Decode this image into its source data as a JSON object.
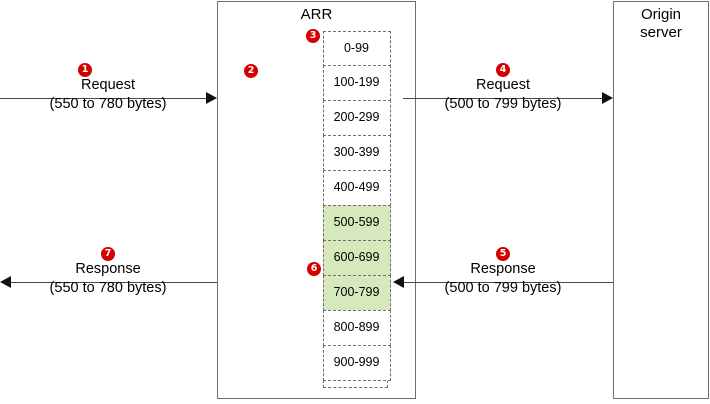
{
  "diagram": {
    "title_arr": "ARR",
    "origin": {
      "line1": "Origin",
      "line2": "server"
    },
    "cache_blocks": [
      {
        "label": "0-99",
        "hit": false
      },
      {
        "label": "100-199",
        "hit": false
      },
      {
        "label": "200-299",
        "hit": false
      },
      {
        "label": "300-399",
        "hit": false
      },
      {
        "label": "400-499",
        "hit": false
      },
      {
        "label": "500-599",
        "hit": true
      },
      {
        "label": "600-699",
        "hit": true
      },
      {
        "label": "700-799",
        "hit": true
      },
      {
        "label": "800-899",
        "hit": false
      },
      {
        "label": "900-999",
        "hit": false
      }
    ],
    "flows": {
      "client_request": {
        "line1": "Request",
        "line2": "(550 to 780 bytes)"
      },
      "client_response": {
        "line1": "Response",
        "line2": "(550 to 780 bytes)"
      },
      "origin_request": {
        "line1": "Request",
        "line2": "(500 to 799 bytes)"
      },
      "origin_response": {
        "line1": "Response",
        "line2": "(500 to 799 bytes)"
      }
    },
    "badges": {
      "b1": "1",
      "b2": "2",
      "b3": "3",
      "b4": "4",
      "b5": "5",
      "b6": "6",
      "b7": "7"
    },
    "colors": {
      "badge": "#d40000",
      "cache_hit": "#d7e8bd",
      "stroke": "#6f6f6f"
    }
  }
}
